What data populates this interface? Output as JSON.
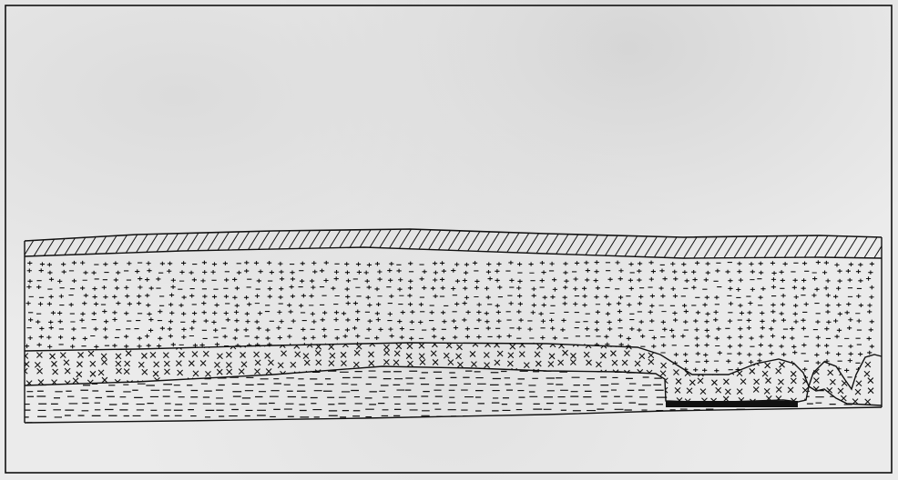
{
  "figure": {
    "type": "geological-cross-section",
    "stroke_color": "#111111",
    "paper_color": "#ebebeb"
  },
  "layers": [
    {
      "name": "topsoil-layer",
      "pattern": "diagonal-hatch"
    },
    {
      "name": "upper-cross-layer",
      "pattern": "small-plus"
    },
    {
      "name": "x-mark-layer",
      "pattern": "x-marks"
    },
    {
      "name": "dash-layer",
      "pattern": "short-dashes"
    },
    {
      "name": "black-lens",
      "pattern": "solid-black"
    }
  ]
}
